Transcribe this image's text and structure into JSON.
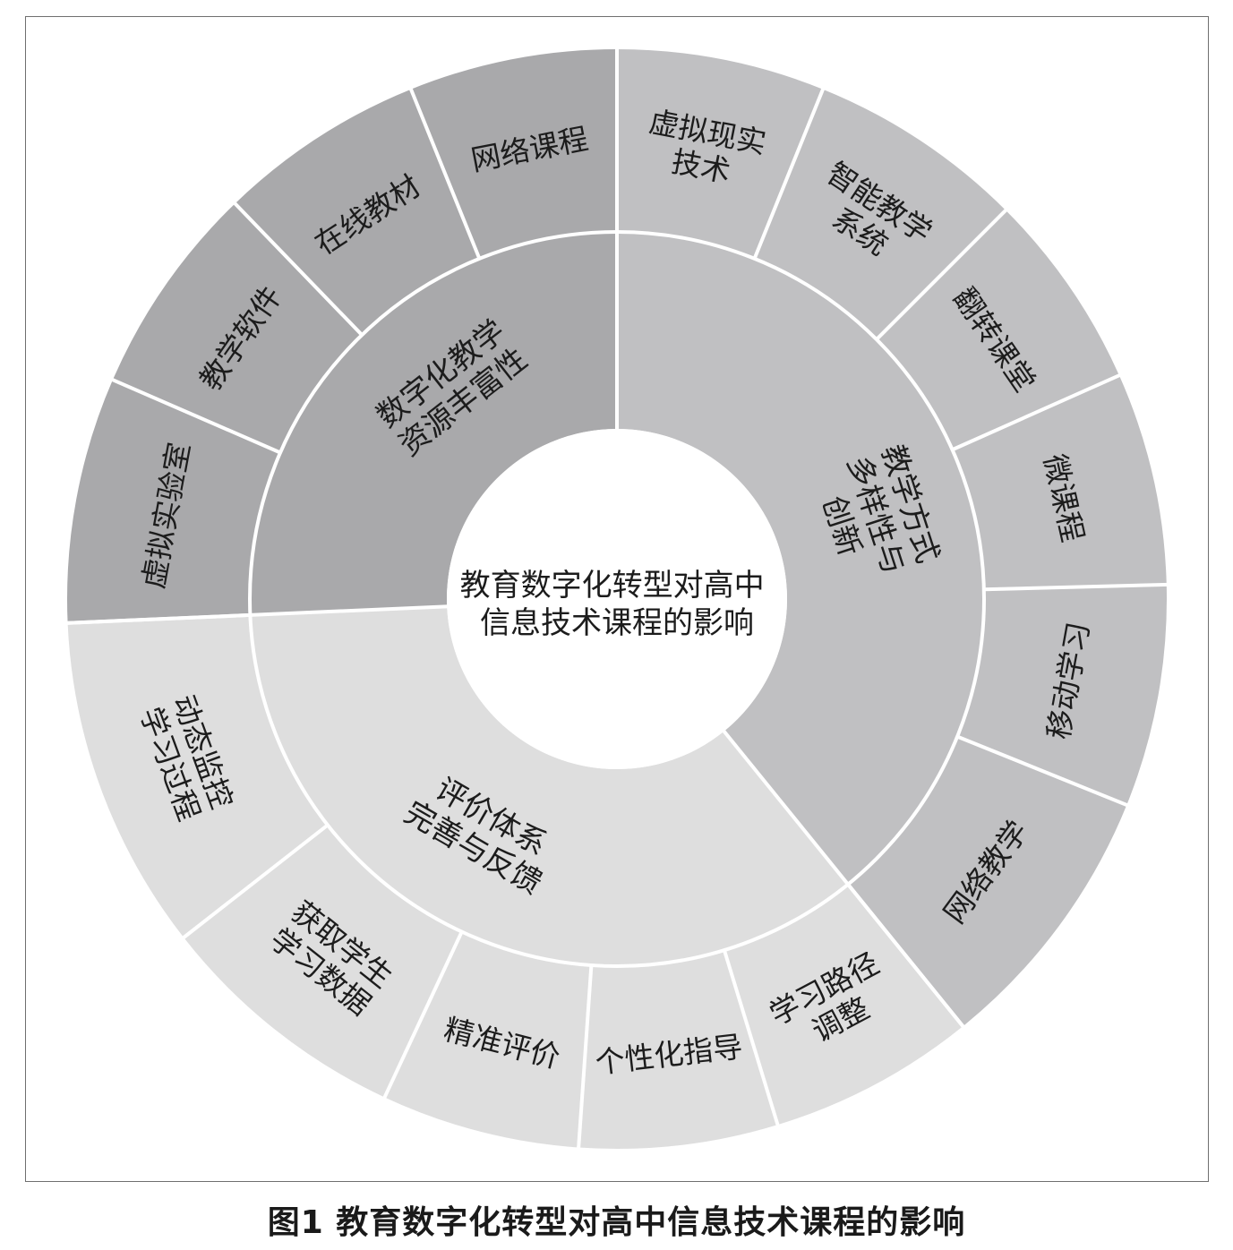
{
  "center_title": [
    "教育数字化转型对高中",
    "信息技术课程的影响"
  ],
  "caption": "图1 教育数字化转型对高中信息技术课程的影响",
  "colors": {
    "resources": "#a9a9ab",
    "methods": "#c0c0c2",
    "evaluation": "#dedede",
    "separator": "#ffffff"
  },
  "categories": [
    {
      "id": "resources",
      "label": [
        "数字化教学",
        "资源丰富性"
      ],
      "items": [
        {
          "label": [
            "虚拟实验室"
          ]
        },
        {
          "label": [
            "教学软件"
          ]
        },
        {
          "label": [
            "在线教材"
          ]
        },
        {
          "label": [
            "网络课程"
          ]
        }
      ]
    },
    {
      "id": "methods",
      "label": [
        "教学方式",
        "多样性与",
        "创新"
      ],
      "items": [
        {
          "label": [
            "虚拟现实",
            "技术"
          ]
        },
        {
          "label": [
            "智能教学",
            "系统"
          ]
        },
        {
          "label": [
            "翻转课堂"
          ]
        },
        {
          "label": [
            "微课程"
          ]
        },
        {
          "label": [
            "移动学习"
          ]
        },
        {
          "label": [
            "网络教学"
          ]
        }
      ]
    },
    {
      "id": "evaluation",
      "label": [
        "评价体系",
        "完善与反馈"
      ],
      "items": [
        {
          "label": [
            "学习路径",
            "调整"
          ]
        },
        {
          "label": [
            "个性化指导"
          ]
        },
        {
          "label": [
            "精准评价"
          ]
        },
        {
          "label": [
            "获取学生",
            "学习数据"
          ]
        },
        {
          "label": [
            "动态监控",
            "学习过程"
          ]
        }
      ]
    }
  ]
}
